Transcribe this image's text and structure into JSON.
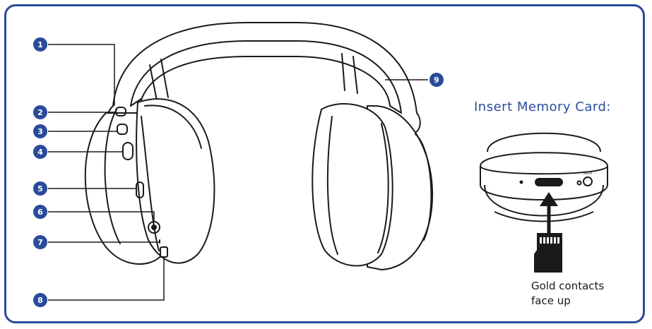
{
  "callouts": [
    {
      "num": "1"
    },
    {
      "num": "2"
    },
    {
      "num": "3"
    },
    {
      "num": "4"
    },
    {
      "num": "5"
    },
    {
      "num": "6"
    },
    {
      "num": "7"
    },
    {
      "num": "8"
    },
    {
      "num": "9"
    }
  ],
  "memory_card": {
    "title": "Insert Memory Card:",
    "aux_label": "AUX",
    "note_line1": "Gold contacts",
    "note_line2": "face up"
  },
  "colors": {
    "accent": "#2a4b9b",
    "line": "#1a1a1a",
    "background": "#ffffff"
  }
}
